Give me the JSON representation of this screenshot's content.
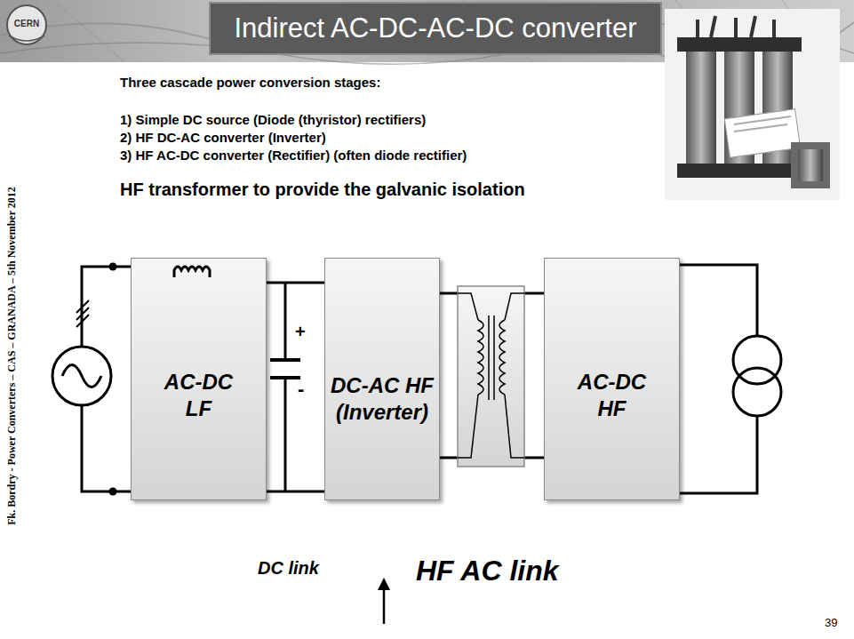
{
  "diagram": {
    "title": "Indirect AC-DC-AC-DC converter",
    "nodes": [
      {
        "text": [
          "AC-DC LF"
        ]
      },
      {
        "text": [
          "DC-AC HF (Inverter)"
        ]
      },
      {
        "text": [
          "AC-DC HF"
        ]
      }
    ],
    "edges": [
      {
        "from": 0,
        "to": 1,
        "arrow": "none"
      },
      {
        "from": 0,
        "to": 1,
        "arrow": "none"
      }
    ],
    "labels": [
      "Three cascade power conversion stages:",
      "1) Simple DC source (Diode (thyristor) rectifiers)",
      "2) HF DC-AC converter (Inverter)",
      "3) HF AC-DC converter (Rectifier) (often diode rectifier)",
      "HF transformer to provide the galvanic isolation",
      "+",
      "-",
      "DC link",
      "HF AC link",
      "Fk. Bordry - Power Converters – CAS – GRANADA – 5th November 2012",
      "39",
      "CERN"
    ]
  }
}
